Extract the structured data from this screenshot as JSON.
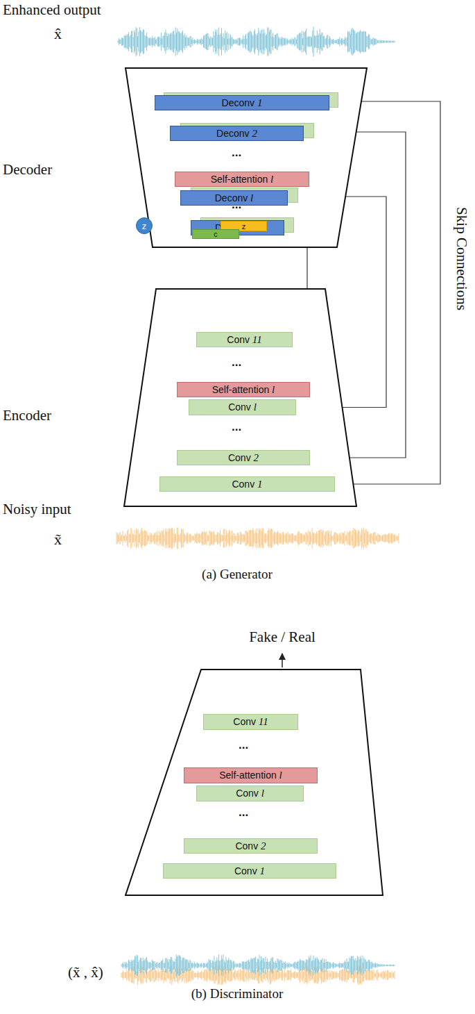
{
  "diagram": {
    "nodes": [
      {
        "text": [
          "Decoder"
        ]
      },
      {
        "text": [
          "Deconv 1"
        ],
        "in": 0
      },
      {
        "text": [
          "Deconv 2"
        ],
        "in": 0
      },
      {
        "text": [
          "Self-attention l"
        ],
        "in": 0
      },
      {
        "text": [
          "Deconv l"
        ],
        "in": 0
      },
      {
        "text": [
          "Deconv 11"
        ],
        "in": 0
      },
      {
        "text": [
          "z"
        ]
      },
      {
        "text": [
          "z"
        ]
      },
      {
        "text": [
          "c"
        ]
      },
      {
        "text": [
          "Encoder"
        ]
      },
      {
        "text": [
          "Conv 11"
        ],
        "in": 9
      },
      {
        "text": [
          "Self-attention l"
        ],
        "in": 9
      },
      {
        "text": [
          "Conv l"
        ],
        "in": 9
      },
      {
        "text": [
          "Conv 2"
        ],
        "in": 9
      },
      {
        "text": [
          "Conv 1"
        ],
        "in": 9
      },
      {
        "text": [
          "Fake / Real"
        ]
      },
      {
        "text": [
          "Conv 11"
        ],
        "in": 15
      },
      {
        "text": [
          "Self-attention l"
        ],
        "in": 15
      },
      {
        "text": [
          "Conv l"
        ],
        "in": 15
      },
      {
        "text": [
          "Conv 2"
        ],
        "in": 15
      },
      {
        "text": [
          "Conv 1"
        ],
        "in": 15
      }
    ],
    "edges": [
      {
        "from": 6,
        "to": 7,
        "arrow": "to"
      },
      {
        "from": 14,
        "to": 1,
        "arrow": "to"
      },
      {
        "from": 13,
        "to": 2,
        "arrow": "to"
      },
      {
        "from": 12,
        "to": 4,
        "arrow": "to"
      },
      {
        "from": 10,
        "to": 5,
        "arrow": "to"
      }
    ],
    "labels": [
      "Enhanced output",
      "x̂",
      "...",
      "...",
      "Skip Connections",
      "...",
      "...",
      "Noisy input",
      "x̃",
      "(a) Generator",
      "...",
      "...",
      "(x̃ , x̂)",
      "(b) Discriminator"
    ]
  }
}
